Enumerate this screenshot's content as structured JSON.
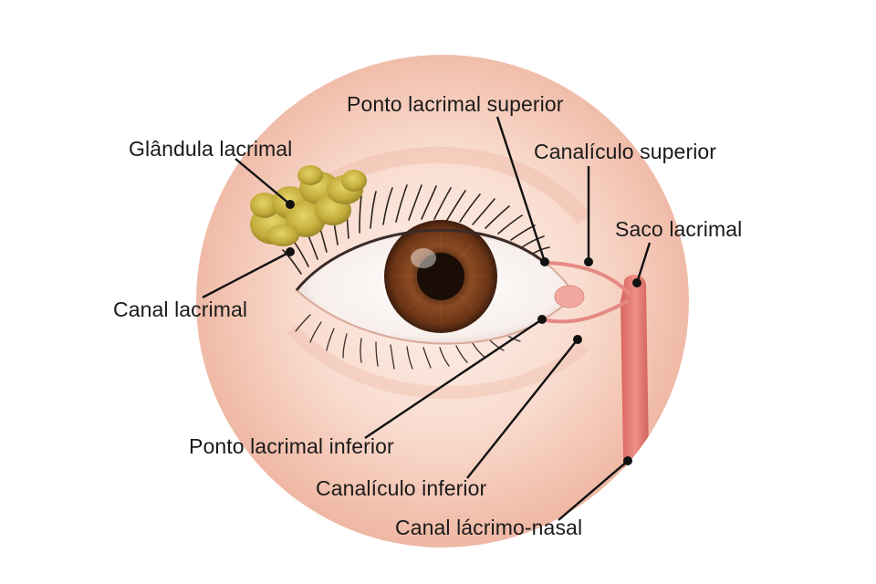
{
  "labels": {
    "glandula_lacrimal": "Glândula lacrimal",
    "canal_lacrimal": "Canal lacrimal",
    "ponto_lacrimal_superior": "Ponto lacrimal superior",
    "canaliculo_superior": "Canalículo superior",
    "saco_lacrimal": "Saco lacrimal",
    "ponto_lacrimal_inferior": "Ponto lacrimal inferior",
    "canaliculo_inferior": "Canalículo inferior",
    "canal_lacrimo_nasal": "Canal lácrimo-nasal"
  },
  "colors": {
    "skin_light": "#fbe6dc",
    "skin_dark": "#efb8a4",
    "iris": "#7a3f1f",
    "gland": "#c8b23e",
    "duct": "#e07a74",
    "leader_line": "#111111"
  }
}
